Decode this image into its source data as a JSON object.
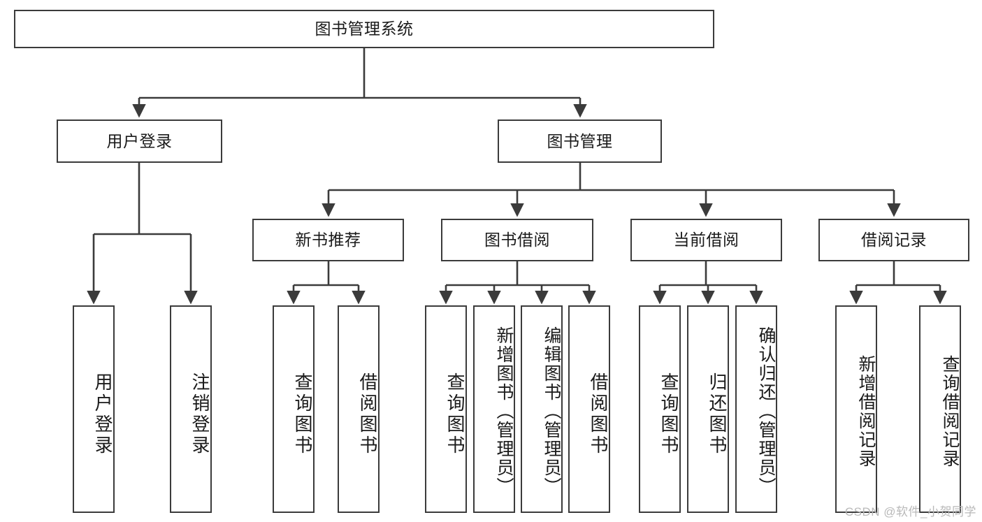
{
  "diagram": {
    "title": "图书管理系统",
    "type": "tree-hierarchy-diagram",
    "colors": {
      "stroke": "#3b3b3b",
      "fill": "#ffffff",
      "text": "#1a1a1a",
      "watermark": "#b9b9b9"
    },
    "root": {
      "label": "图书管理系统"
    },
    "level2": [
      {
        "id": "user-login",
        "label": "用户登录"
      },
      {
        "id": "book-management",
        "label": "图书管理"
      }
    ],
    "level3": [
      {
        "id": "new-book-recommend",
        "label": "新书推荐",
        "parent": "book-management"
      },
      {
        "id": "book-borrow",
        "label": "图书借阅",
        "parent": "book-management"
      },
      {
        "id": "current-borrow",
        "label": "当前借阅",
        "parent": "book-management"
      },
      {
        "id": "borrow-record",
        "label": "借阅记录",
        "parent": "book-management"
      }
    ],
    "leaves": {
      "user_login": [
        {
          "id": "leaf-user-login",
          "label": "用户登录"
        },
        {
          "id": "leaf-logout",
          "label": "注销登录"
        }
      ],
      "new_book_recommend": [
        {
          "id": "leaf-query-book-1",
          "label": "查询图书"
        },
        {
          "id": "leaf-borrow-book-1",
          "label": "借阅图书"
        }
      ],
      "book_borrow": [
        {
          "id": "leaf-query-book-2",
          "label": "查询图书"
        },
        {
          "id": "leaf-add-book",
          "label": "新增图书（管理员）"
        },
        {
          "id": "leaf-edit-book",
          "label": "编辑图书（管理员）"
        },
        {
          "id": "leaf-borrow-book-2",
          "label": "借阅图书"
        }
      ],
      "current_borrow": [
        {
          "id": "leaf-query-book-3",
          "label": "查询图书"
        },
        {
          "id": "leaf-return-book",
          "label": "归还图书"
        },
        {
          "id": "leaf-confirm-return",
          "label": "确认归还（管理员）"
        }
      ],
      "borrow_record": [
        {
          "id": "leaf-add-record",
          "label": "新增借阅记录"
        },
        {
          "id": "leaf-query-record",
          "label": "查询借阅记录"
        }
      ]
    }
  },
  "watermark": {
    "text": "CSDN @软件_小贺同学"
  }
}
